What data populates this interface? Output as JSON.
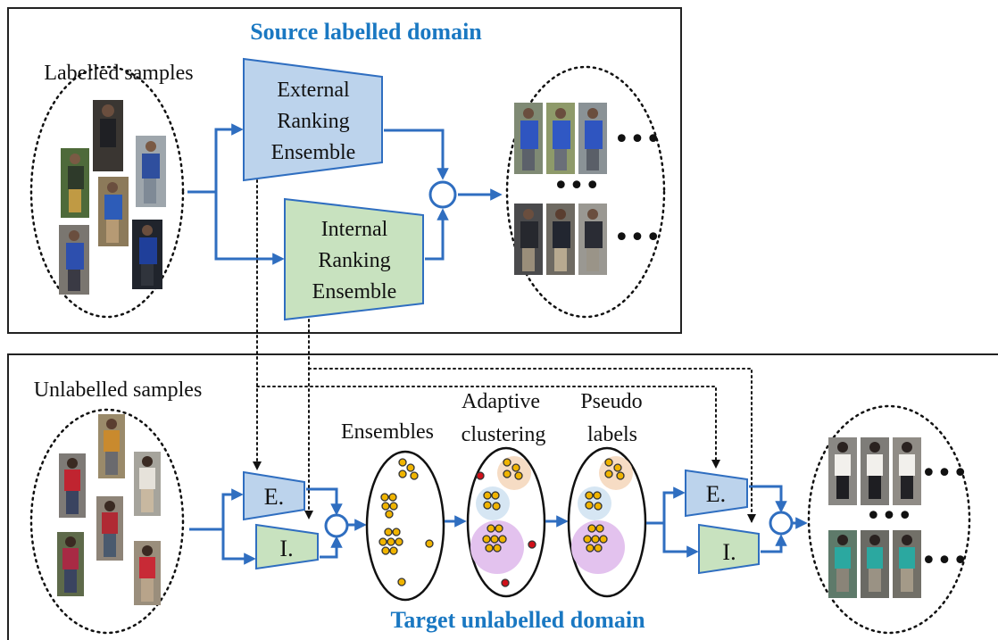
{
  "source_panel": {
    "title": "Source labelled domain",
    "samples_label": "Labelled samples",
    "external_block": [
      "External",
      "Ranking",
      "Ensemble"
    ],
    "internal_block": [
      "Internal",
      "Ranking",
      "Ensemble"
    ],
    "ellipsis": "•••"
  },
  "target_panel": {
    "title": "Target unlabelled domain",
    "samples_label": "Unlabelled samples",
    "external_short": "E.",
    "internal_short": "I.",
    "stage_ensembles": "Ensembles",
    "stage_clustering": [
      "Adaptive",
      "clustering"
    ],
    "stage_pseudo": [
      "Pseudo",
      "labels"
    ],
    "ellipsis": "•••"
  },
  "colors": {
    "title_blue": "#1a78c2",
    "external_fill": "#bcd3ec",
    "internal_fill": "#c8e2bf",
    "arrow_blue": "#2f6ec0",
    "point_fill": "#f0b400",
    "outlier_fill": "#d0101a",
    "cluster_orange": "#f6dcc4",
    "cluster_blue": "#d6e6f3",
    "cluster_purple": "#e3c2ee"
  }
}
